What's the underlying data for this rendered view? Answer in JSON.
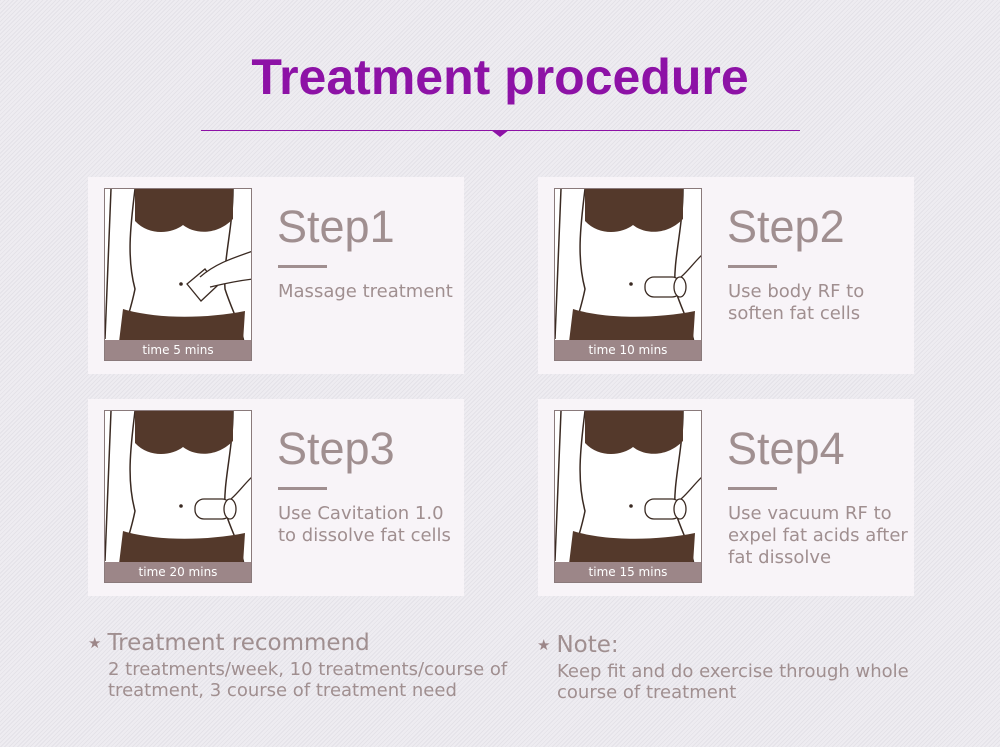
{
  "title": "Treatment procedure",
  "steps": [
    {
      "step": "Step1",
      "desc": "Massage treatment",
      "time": "time 5 mins",
      "tool": "pad"
    },
    {
      "step": "Step2",
      "desc": "Use body RF to soften fat cells",
      "time": "time 10 mins",
      "tool": "device"
    },
    {
      "step": "Step3",
      "desc": "Use Cavitation 1.0 to dissolve fat cells",
      "time": "time 20 mins",
      "tool": "device"
    },
    {
      "step": "Step4",
      "desc": "Use vacuum RF to expel fat acids after fat dissolve",
      "time": "time 15 mins",
      "tool": "device"
    }
  ],
  "recommend": {
    "heading": "Treatment recommend",
    "body": "2 treatments/week, 10 treatments/course of treatment, 3 course of treatment need"
  },
  "note": {
    "heading": "Note:",
    "body": "Keep fit and do exercise through whole course of treatment"
  },
  "colors": {
    "title": "#8d12a6",
    "text": "#a08f90",
    "caption": "#9c8688"
  }
}
